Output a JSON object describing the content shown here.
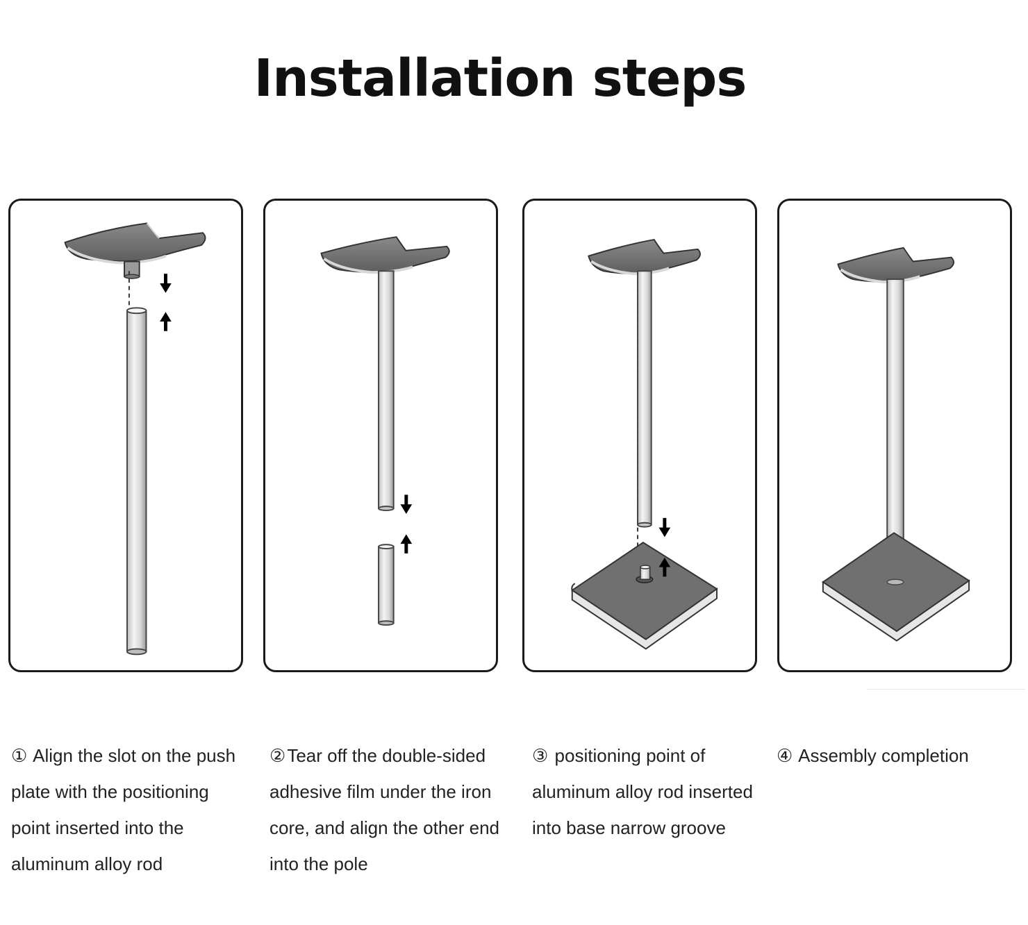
{
  "title": "Installation steps",
  "steps": [
    {
      "number": "①",
      "text": "Align the slot on the push plate with the positioning point inserted into the aluminum alloy rod"
    },
    {
      "number": "②",
      "text": "Tear off the double-sided adhesive film under the iron core, and align the other end into the pole"
    },
    {
      "number": "③",
      "text": "positioning point of aluminum alloy rod inserted into base narrow groove"
    },
    {
      "number": "④",
      "text": "Assembly completion"
    }
  ],
  "colors": {
    "border": "#1a1a1a",
    "metal_dark": "#6f6f6f",
    "metal_light": "#e9e9e9",
    "arrow": "#000000"
  }
}
